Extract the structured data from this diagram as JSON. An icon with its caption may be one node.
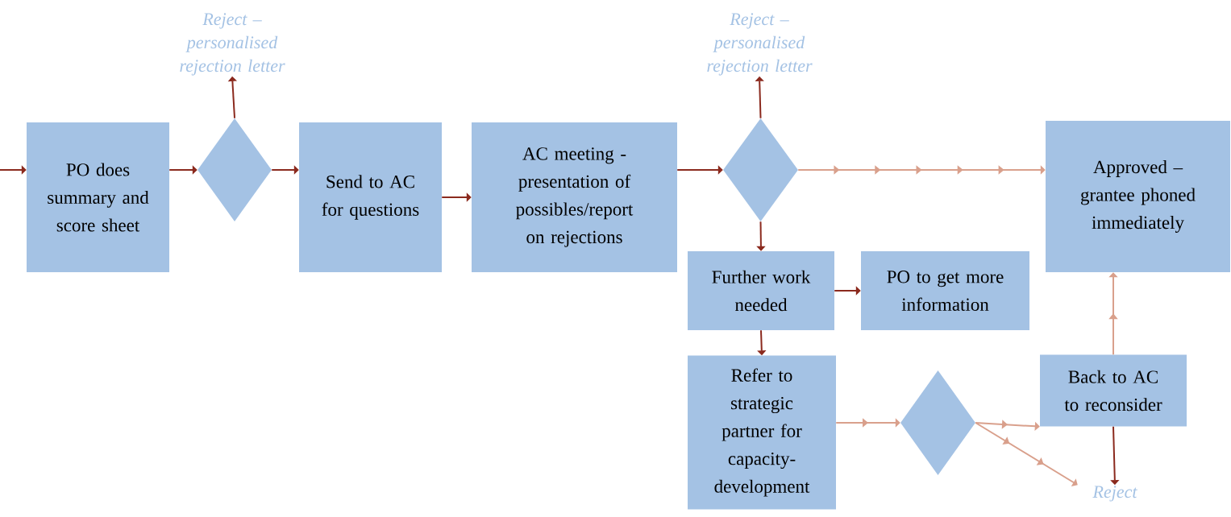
{
  "diagram": {
    "nodes": [
      {
        "text": [
          "PO does summary and score sheet"
        ]
      },
      {
        "text": [],
        "shape": "diamond"
      },
      {
        "text": [
          "Reject – personalised rejection letter"
        ]
      },
      {
        "text": [
          "Send to AC for questions"
        ]
      },
      {
        "text": [
          "AC meeting - presentation of possibles/report on rejections"
        ]
      },
      {
        "text": [],
        "shape": "diamond"
      },
      {
        "text": [
          "Reject – personalised rejection letter"
        ]
      },
      {
        "text": [
          "Approved – grantee phoned immediately"
        ]
      },
      {
        "text": [
          "Further work needed"
        ]
      },
      {
        "text": [
          "PO to get more information"
        ]
      },
      {
        "text": [
          "Refer to strategic partner for capacity-development"
        ]
      },
      {
        "text": [],
        "shape": "diamond"
      },
      {
        "text": [
          "Back to AC to reconsider"
        ]
      },
      {
        "text": [
          "Reject"
        ]
      }
    ],
    "edges": [
      {
        "from": null,
        "to": 0,
        "arrow": "to"
      },
      {
        "from": 0,
        "to": 1,
        "arrow": "to"
      },
      {
        "from": 1,
        "to": 2,
        "arrow": "to"
      },
      {
        "from": 1,
        "to": 3,
        "arrow": "to"
      },
      {
        "from": 3,
        "to": 4,
        "arrow": "to"
      },
      {
        "from": 4,
        "to": 5,
        "arrow": "to"
      },
      {
        "from": 5,
        "to": 6,
        "arrow": "to"
      },
      {
        "from": 5,
        "to": 7,
        "arrow": "to",
        "color": "#d9a08c"
      },
      {
        "from": 5,
        "to": 8,
        "arrow": "to"
      },
      {
        "from": 8,
        "to": 9,
        "arrow": "to"
      },
      {
        "from": 8,
        "to": 10,
        "arrow": "to"
      },
      {
        "from": 10,
        "to": 11,
        "arrow": "to",
        "color": "#d9a08c"
      },
      {
        "from": 11,
        "to": 12,
        "arrow": "to",
        "color": "#d9a08c"
      },
      {
        "from": 11,
        "to": 13,
        "arrow": "to",
        "color": "#d9a08c"
      },
      {
        "from": 12,
        "to": 7,
        "arrow": "to",
        "color": "#d9a08c"
      },
      {
        "from": 12,
        "to": 13,
        "arrow": "to"
      }
    ]
  }
}
